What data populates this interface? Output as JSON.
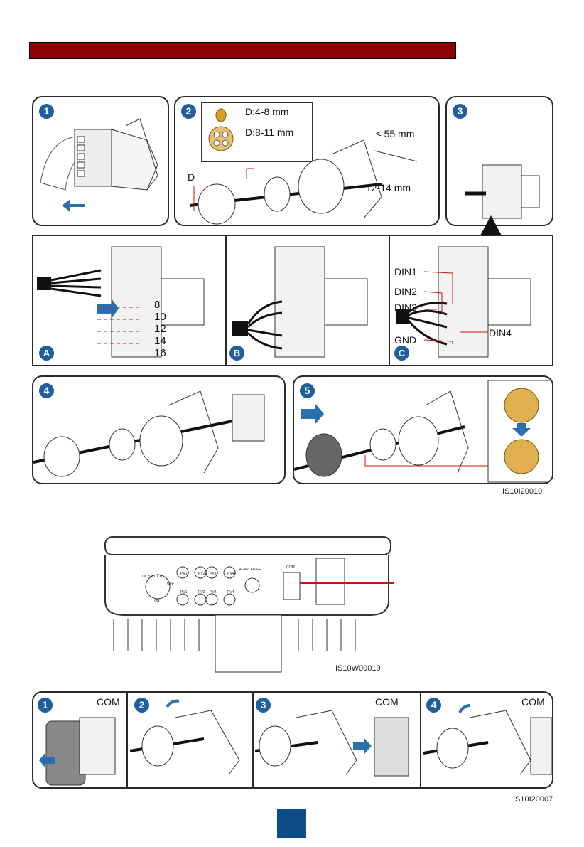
{
  "section_title": "",
  "figure1": {
    "steps": [
      "1",
      "2",
      "3",
      "4",
      "5"
    ],
    "substeps": [
      "A",
      "B",
      "C"
    ],
    "seal_labels": [
      "D:4-8 mm",
      "D:8-11 mm"
    ],
    "strip_length": "≤ 55 mm",
    "wire_strip": "12-14 mm",
    "d_label": "D",
    "terminal_numbers": [
      "8",
      "10",
      "12",
      "14",
      "16"
    ],
    "din_labels": [
      "DIN1",
      "DIN2",
      "DIN3",
      "GND",
      "DIN4"
    ],
    "code": "IS10I20010"
  },
  "figure2": {
    "port_labels": [
      "DC SWITCH",
      "OFF",
      "ON",
      "PV1+",
      "PV2+",
      "PV3+",
      "PV4+",
      "PV1-",
      "PV2-",
      "PV3-",
      "PV4-",
      "4G/WLAN-FE",
      "COM"
    ],
    "code": "IS10W00019"
  },
  "figure3": {
    "steps": [
      "1",
      "2",
      "3",
      "4"
    ],
    "com_label": "COM",
    "code": "IS10I20007"
  },
  "colors": {
    "title_bar": "#8b0000",
    "step_badge": "#1f5fa0",
    "arrow": "#2a6fb0",
    "page_box": "#0d4e8a",
    "red_line": "#d01010"
  }
}
